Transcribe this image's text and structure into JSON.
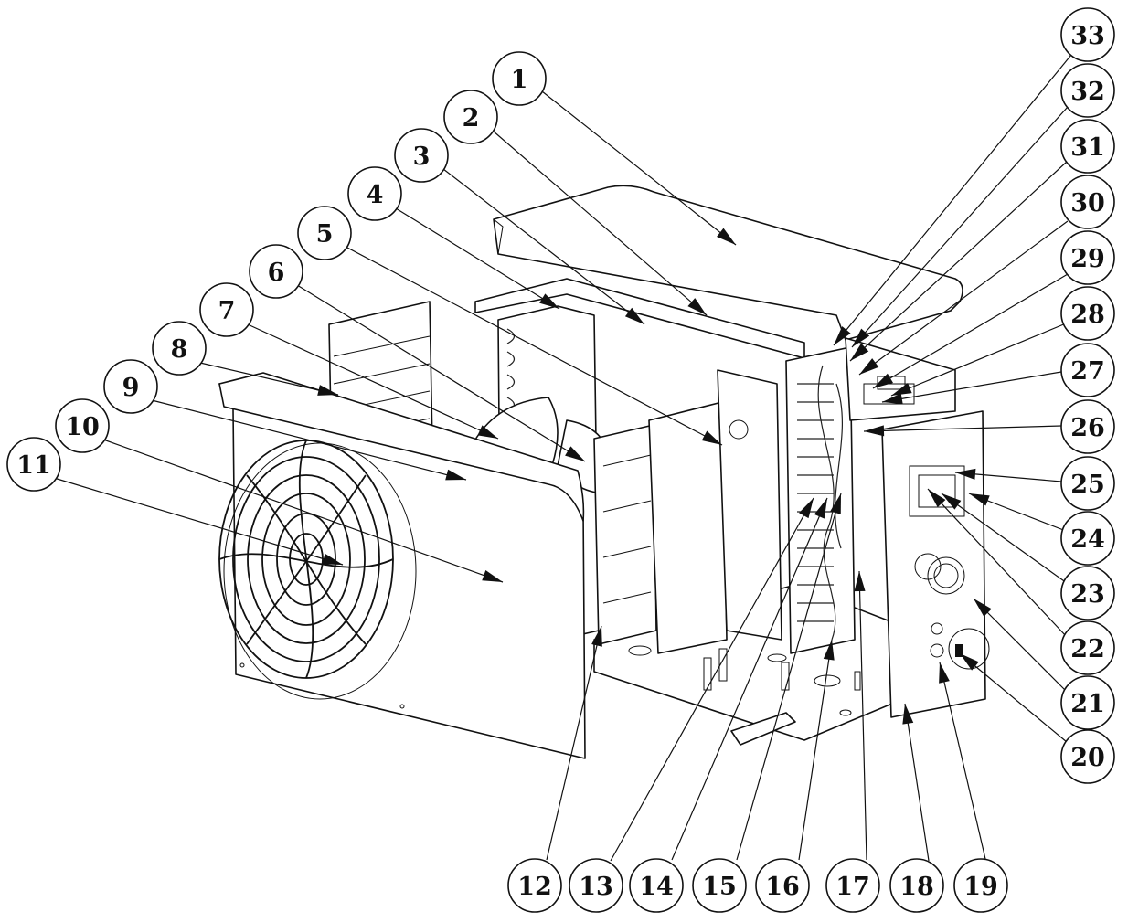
{
  "callouts": [
    {
      "label": "1"
    },
    {
      "label": "2"
    },
    {
      "label": "3"
    },
    {
      "label": "4"
    },
    {
      "label": "5"
    },
    {
      "label": "6"
    },
    {
      "label": "7"
    },
    {
      "label": "8"
    },
    {
      "label": "9"
    },
    {
      "label": "10"
    },
    {
      "label": "11"
    },
    {
      "label": "12"
    },
    {
      "label": "13"
    },
    {
      "label": "14"
    },
    {
      "label": "15"
    },
    {
      "label": "16"
    },
    {
      "label": "17"
    },
    {
      "label": "18"
    },
    {
      "label": "19"
    },
    {
      "label": "20"
    },
    {
      "label": "21"
    },
    {
      "label": "22"
    },
    {
      "label": "23"
    },
    {
      "label": "24"
    },
    {
      "label": "25"
    },
    {
      "label": "26"
    },
    {
      "label": "27"
    },
    {
      "label": "28"
    },
    {
      "label": "29"
    },
    {
      "label": "30"
    },
    {
      "label": "31"
    },
    {
      "label": "32"
    },
    {
      "label": "33"
    }
  ],
  "colors": {
    "ink": "#111111",
    "paper": "#ffffff"
  }
}
